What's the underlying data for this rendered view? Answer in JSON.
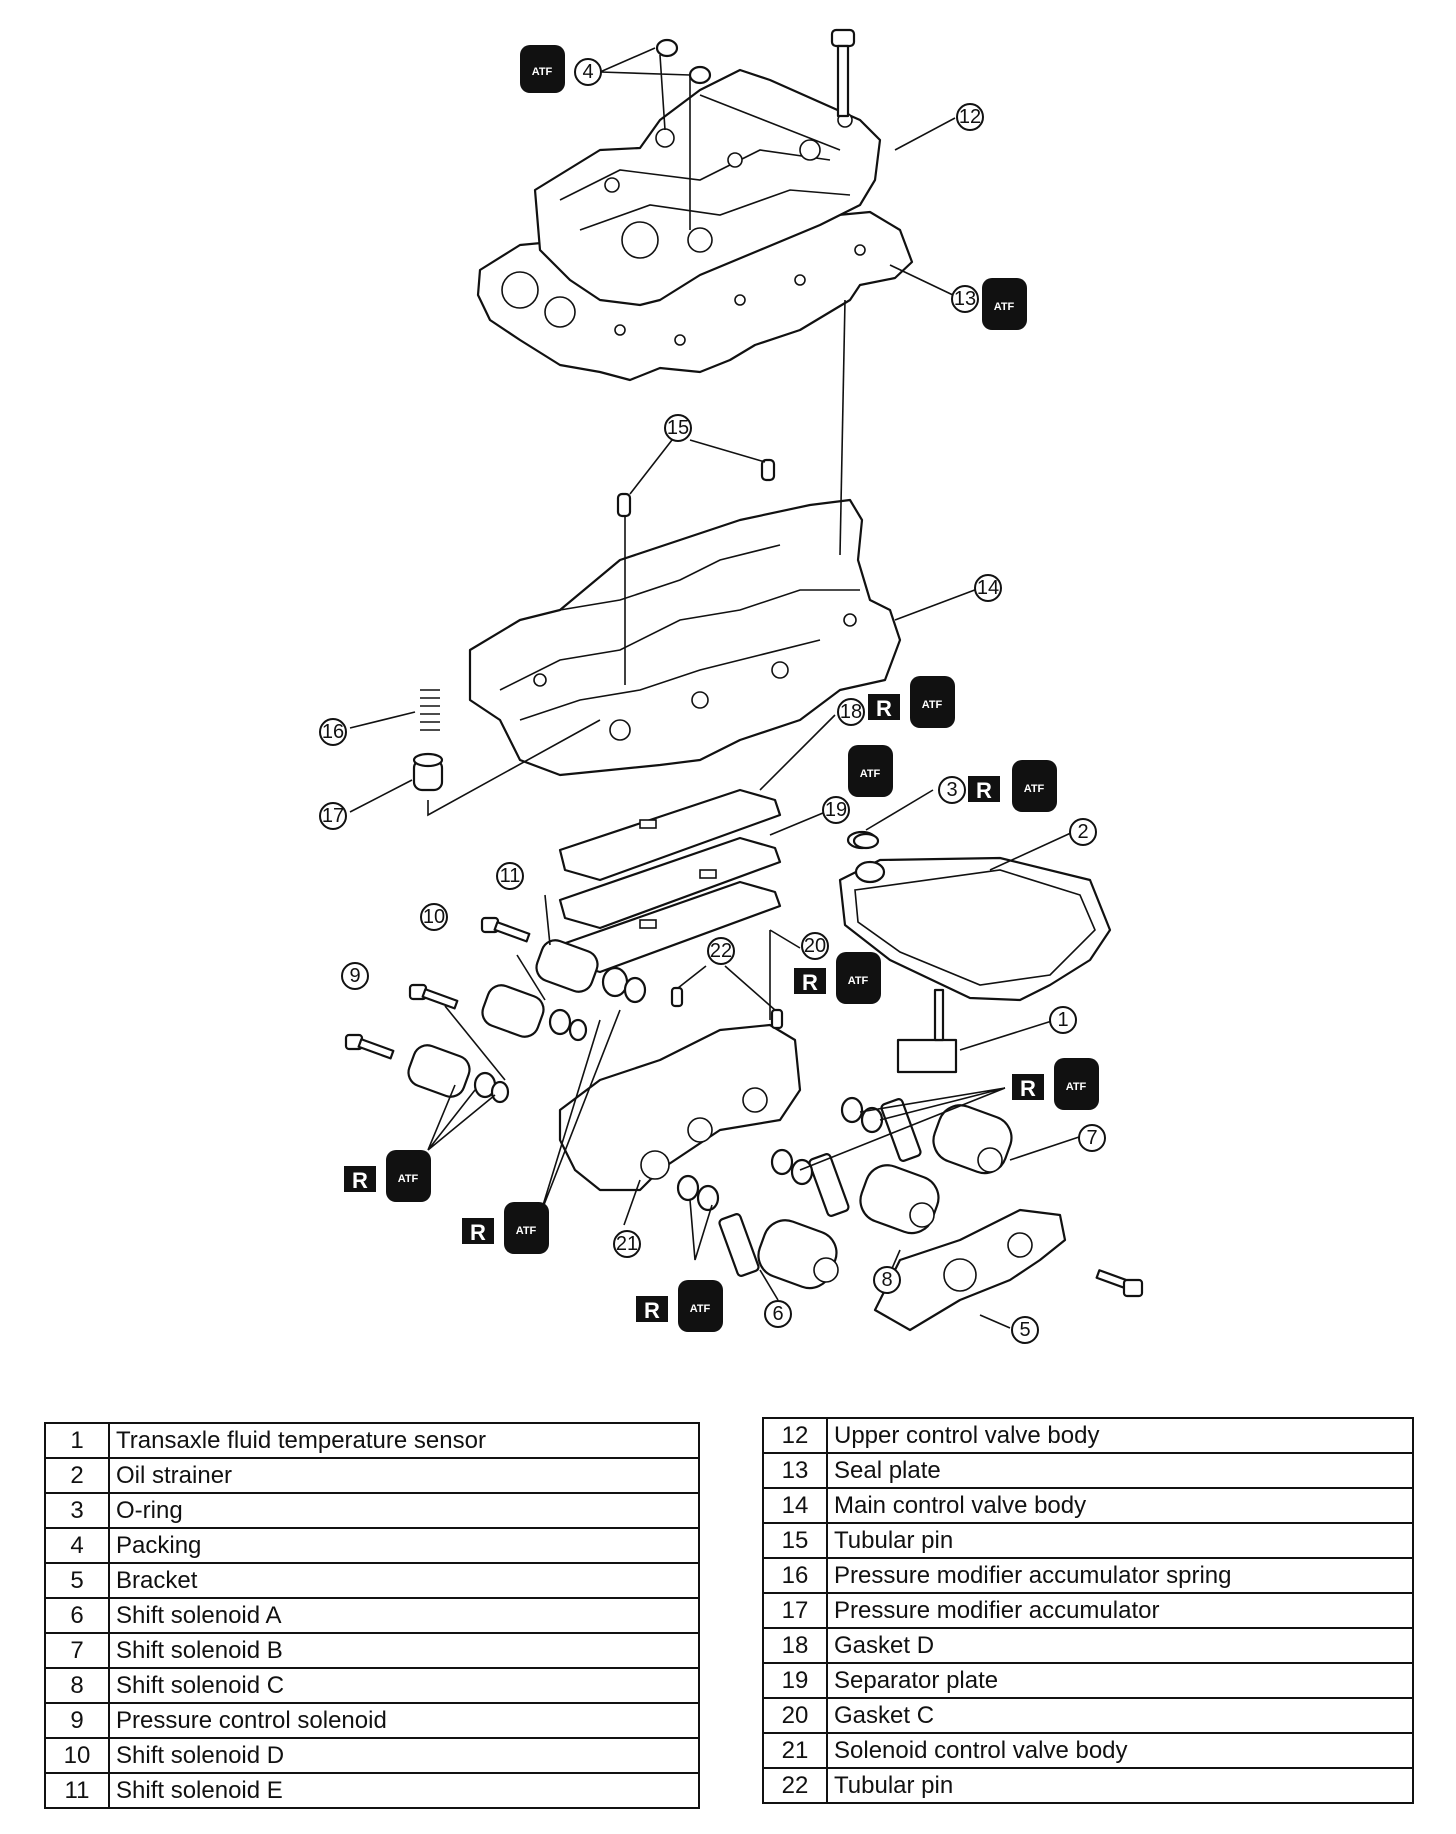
{
  "symbols": {
    "atf_label": "ATF",
    "replace_label": "R"
  },
  "callouts": [
    "1",
    "2",
    "3",
    "4",
    "5",
    "6",
    "7",
    "8",
    "9",
    "10",
    "11",
    "12",
    "13",
    "14",
    "15",
    "16",
    "17",
    "18",
    "19",
    "20",
    "21",
    "22"
  ],
  "parts_left": [
    {
      "no": "1",
      "name": "Transaxle fluid temperature sensor"
    },
    {
      "no": "2",
      "name": "Oil strainer"
    },
    {
      "no": "3",
      "name": "O-ring"
    },
    {
      "no": "4",
      "name": "Packing"
    },
    {
      "no": "5",
      "name": "Bracket"
    },
    {
      "no": "6",
      "name": "Shift solenoid A"
    },
    {
      "no": "7",
      "name": "Shift solenoid B"
    },
    {
      "no": "8",
      "name": "Shift solenoid C"
    },
    {
      "no": "9",
      "name": "Pressure control solenoid"
    },
    {
      "no": "10",
      "name": "Shift solenoid D"
    },
    {
      "no": "11",
      "name": "Shift solenoid E"
    }
  ],
  "parts_right": [
    {
      "no": "12",
      "name": "Upper control valve body"
    },
    {
      "no": "13",
      "name": "Seal plate"
    },
    {
      "no": "14",
      "name": "Main control valve body"
    },
    {
      "no": "15",
      "name": "Tubular pin"
    },
    {
      "no": "16",
      "name": "Pressure modifier accumulator spring"
    },
    {
      "no": "17",
      "name": "Pressure modifier accumulator"
    },
    {
      "no": "18",
      "name": "Gasket D"
    },
    {
      "no": "19",
      "name": "Separator plate"
    },
    {
      "no": "20",
      "name": "Gasket C"
    },
    {
      "no": "21",
      "name": "Solenoid control valve body"
    },
    {
      "no": "22",
      "name": "Tubular pin"
    }
  ]
}
